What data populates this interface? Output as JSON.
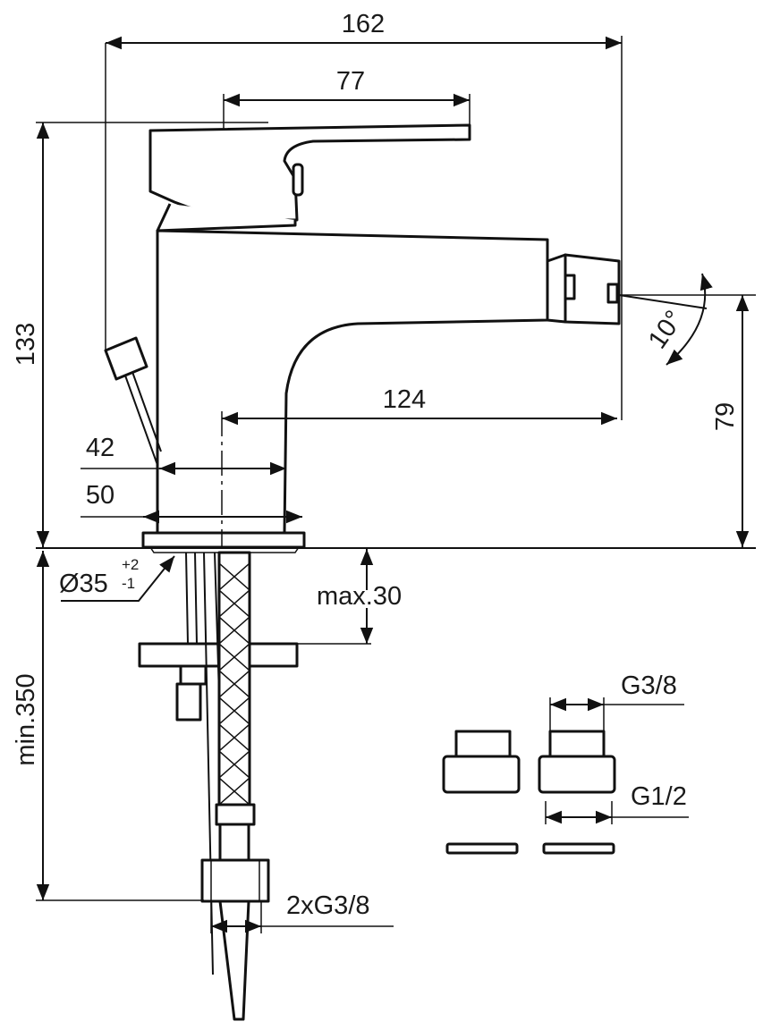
{
  "drawing": {
    "dimensions": {
      "overall_width": "162",
      "lever_length": "77",
      "overall_height": "133",
      "spout_height": "79",
      "spout_reach": "124",
      "body_width": "42",
      "base_width": "50",
      "spout_angle": "10°",
      "base_diameter": "Ø35",
      "base_diameter_tol_plus": "+2",
      "base_diameter_tol_minus": "-1",
      "max_thickness": "max.30",
      "min_hose_length": "min.350",
      "hose_connection": "2xG3/8",
      "adapter_inner": "G3/8",
      "adapter_outer": "G1/2"
    }
  }
}
